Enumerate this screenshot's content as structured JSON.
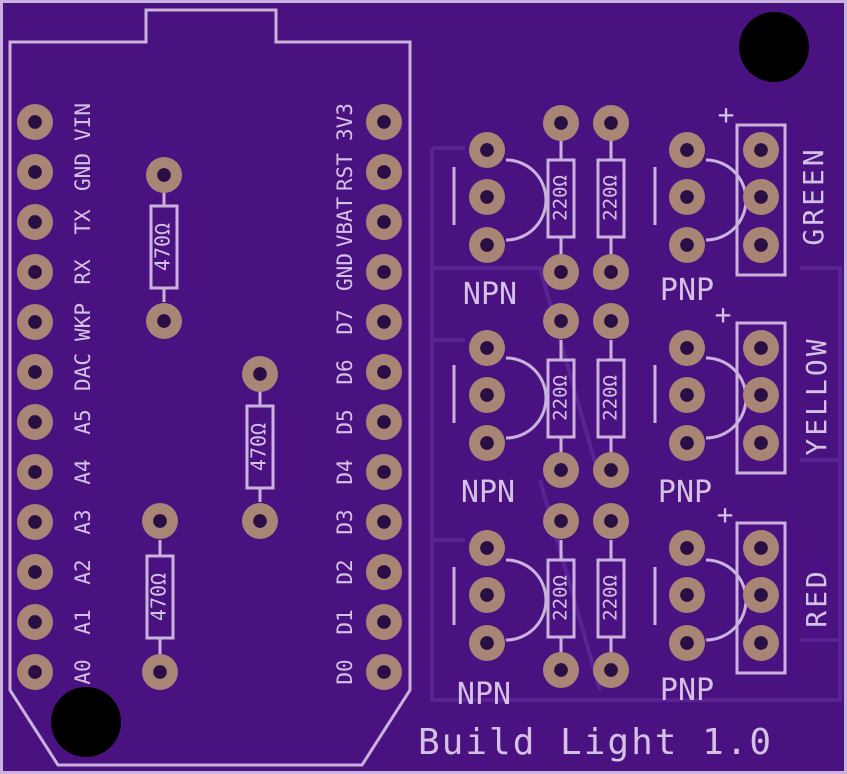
{
  "board_title": "Build Light 1.0",
  "left_pins": [
    "VIN",
    "GND",
    "TX",
    "RX",
    "WKP",
    "DAC",
    "A5",
    "A4",
    "A3",
    "A2",
    "A1",
    "A0"
  ],
  "right_pins": [
    "3V3",
    "RST",
    "VBAT",
    "GND",
    "D7",
    "D6",
    "D5",
    "D4",
    "D3",
    "D2",
    "D1",
    "D0"
  ],
  "resistor_470": "470Ω",
  "resistor_220": "220Ω",
  "npn_label": "NPN",
  "pnp_label": "PNP",
  "plus_label": "+",
  "led_channels": [
    "GREEN",
    "YELLOW",
    "RED"
  ],
  "colors": {
    "board": "#4a1280",
    "silkscreen": "#c9b3dc",
    "pad": "#a88575",
    "trace": "#5a2394"
  }
}
